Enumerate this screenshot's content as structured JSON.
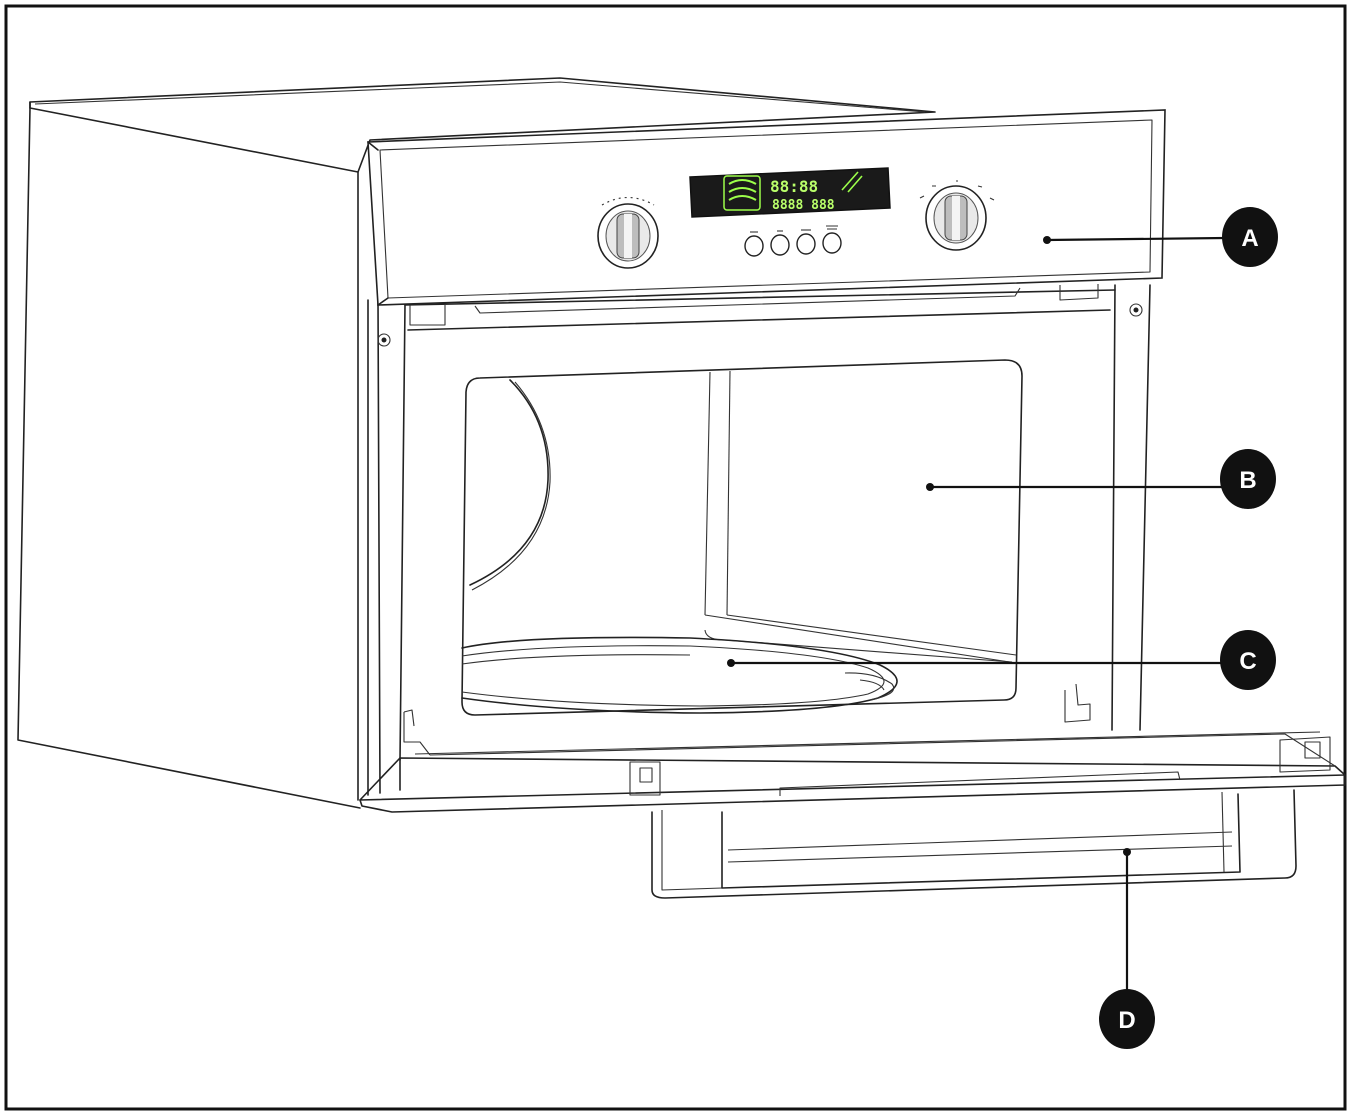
{
  "callouts": [
    {
      "id": "A",
      "label": "A"
    },
    {
      "id": "B",
      "label": "B"
    },
    {
      "id": "C",
      "label": "C"
    },
    {
      "id": "D",
      "label": "D"
    }
  ],
  "display": {
    "top_digits": "88:88",
    "bottom_digits": "8888 888"
  },
  "colors": {
    "line": "#222222",
    "lcd_background": "#1a1a1a",
    "lcd_segments": "#9cff4a",
    "badge": "#111111"
  }
}
